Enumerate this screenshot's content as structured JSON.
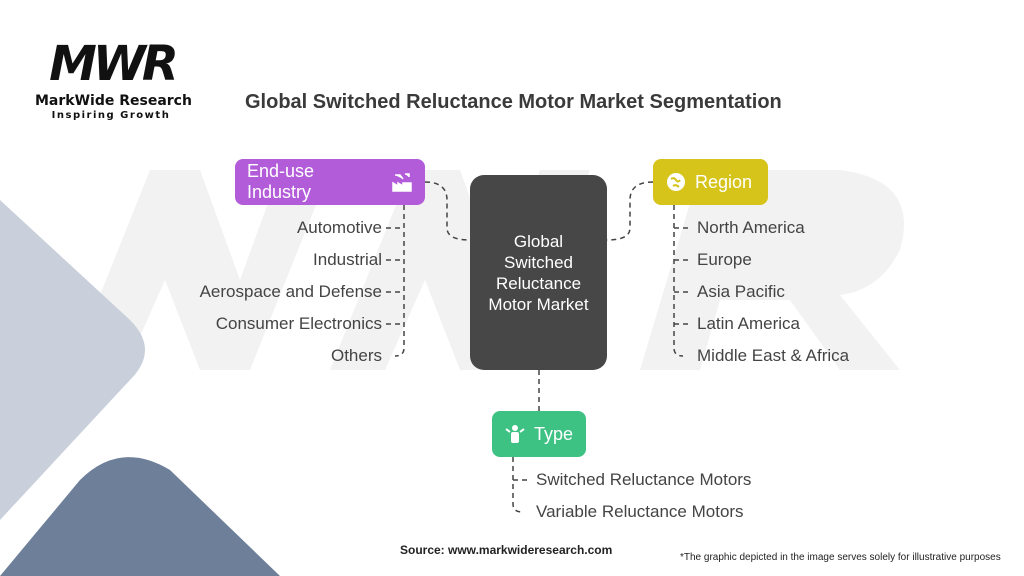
{
  "brand": {
    "logo_mark": "MWR",
    "name": "MarkWide Research",
    "tagline": "Inspiring Growth"
  },
  "title": "Global Switched Reluctance Motor Market Segmentation",
  "center": "Global Switched Reluctance Motor Market",
  "segments": {
    "end_use": {
      "label": "End-use Industry",
      "color": "#b35cd9",
      "items": [
        "Automotive",
        "Industrial",
        "Aerospace and Defense",
        "Consumer Electronics",
        "Others"
      ]
    },
    "region": {
      "label": "Region",
      "color": "#d6c41a",
      "items": [
        "North America",
        "Europe",
        "Asia Pacific",
        "Latin America",
        "Middle East & Africa"
      ]
    },
    "type": {
      "label": "Type",
      "color": "#3dc284",
      "items": [
        "Switched Reluctance Motors",
        "Variable Reluctance Motors"
      ]
    }
  },
  "footer": {
    "source": "Source: www.markwideresearch.com",
    "disclaimer": "*The graphic depicted in the image serves solely for illustrative purposes"
  }
}
